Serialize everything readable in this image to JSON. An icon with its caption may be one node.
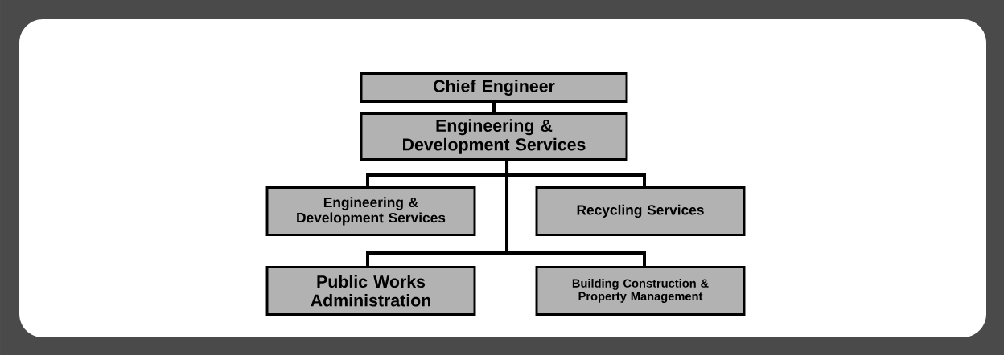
{
  "diagram": {
    "nodes": [
      {
        "text": [
          "Chief Engineer"
        ]
      },
      {
        "text": [
          "Engineering & Development Services"
        ]
      },
      {
        "text": [
          "Engineering & Development Services"
        ]
      },
      {
        "text": [
          "Recycling Services"
        ]
      },
      {
        "text": [
          "Public Works Administration"
        ]
      },
      {
        "text": [
          "Building Construction & Property Management"
        ]
      }
    ],
    "edges": [
      {
        "from": 0,
        "to": 1,
        "arrow": "none"
      },
      {
        "from": 1,
        "to": 2,
        "arrow": "none"
      },
      {
        "from": 1,
        "to": 3,
        "arrow": "none"
      },
      {
        "from": 1,
        "to": 4,
        "arrow": "none"
      },
      {
        "from": 1,
        "to": 5,
        "arrow": "none"
      }
    ]
  }
}
